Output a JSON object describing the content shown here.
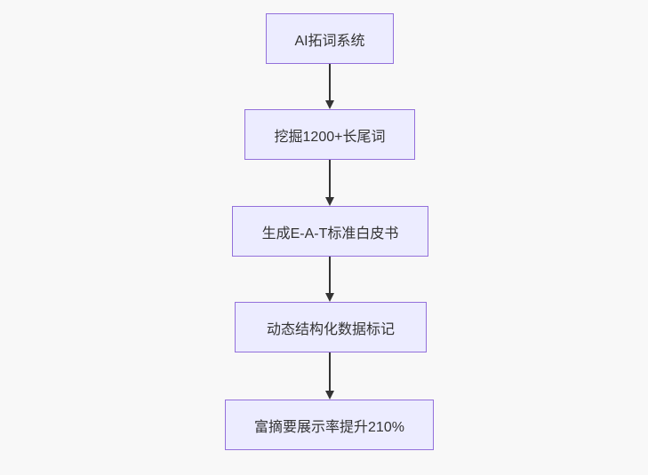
{
  "diagram": {
    "type": "flowchart",
    "direction": "top-down",
    "nodes": [
      {
        "label": "AI拓词系统"
      },
      {
        "label": "挖掘1200+长尾词"
      },
      {
        "label": "生成E-A-T标准白皮书"
      },
      {
        "label": "动态结构化数据标记"
      },
      {
        "label": "富摘要展示率提升210%"
      }
    ],
    "edges": [
      {
        "from": 0,
        "to": 1
      },
      {
        "from": 1,
        "to": 2
      },
      {
        "from": 2,
        "to": 3
      },
      {
        "from": 3,
        "to": 4
      }
    ],
    "colors": {
      "node_fill": "#ECECFF",
      "node_border": "#9370DB",
      "text": "#333333",
      "arrow": "#333333",
      "background": "#f8f8f8"
    }
  }
}
